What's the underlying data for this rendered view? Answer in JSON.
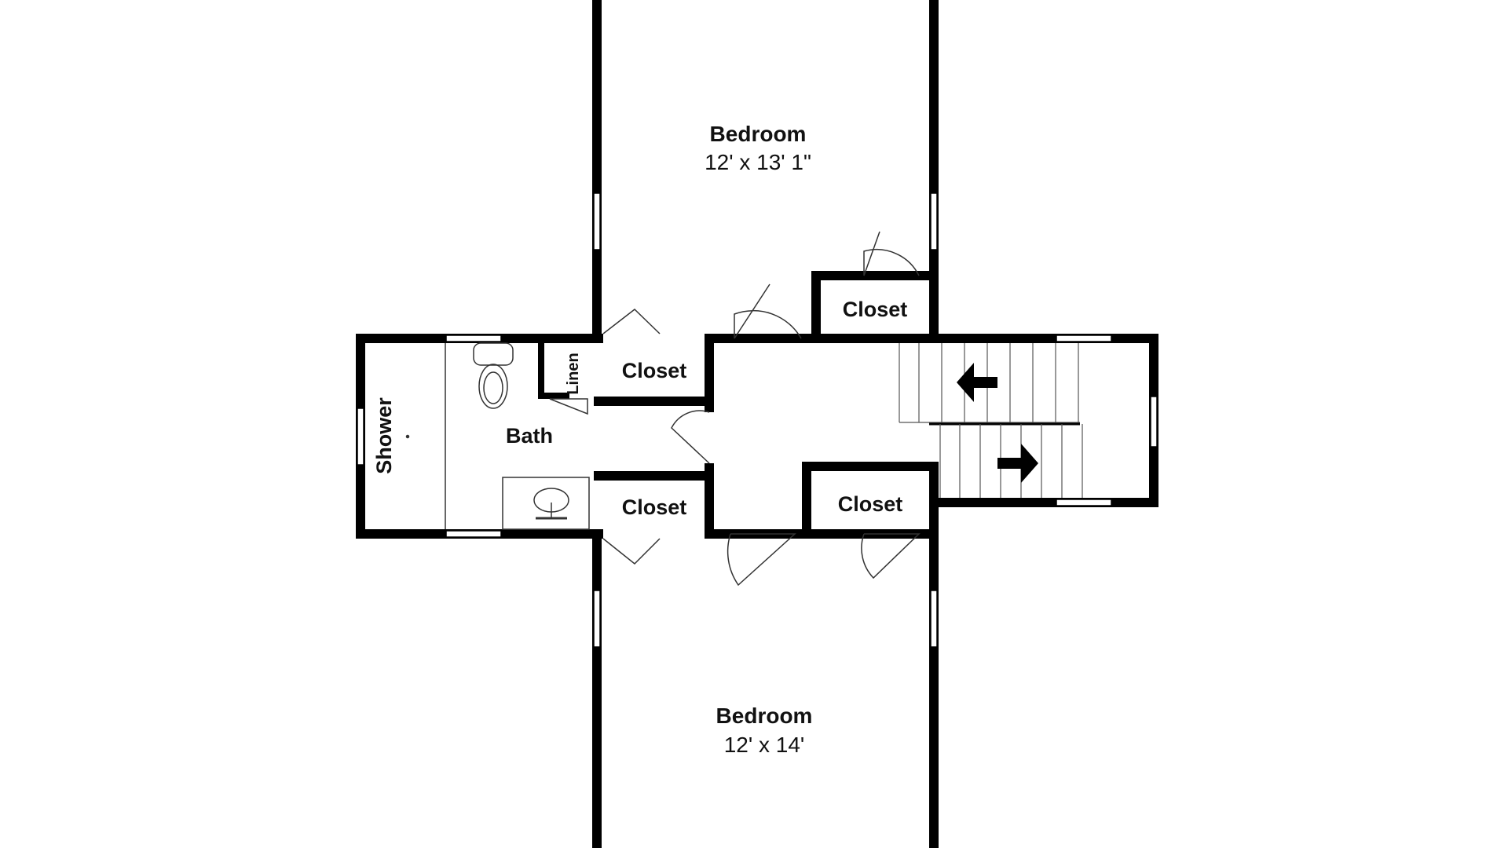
{
  "floor_plan": {
    "rooms": [
      {
        "name": "Bedroom",
        "dimensions": "12' x 13' 1\""
      },
      {
        "name": "Bedroom",
        "dimensions": "12' x 14'"
      },
      {
        "name": "Bath"
      },
      {
        "name": "Shower"
      },
      {
        "name": "Linen"
      },
      {
        "name": "Closet"
      },
      {
        "name": "Closet"
      },
      {
        "name": "Closet"
      },
      {
        "name": "Closet"
      }
    ],
    "stairs": {
      "arrows": [
        "left-arrow-icon",
        "right-arrow-icon"
      ]
    },
    "colors": {
      "wall": "#000000",
      "background": "#ffffff",
      "fixture_line": "#333333"
    }
  }
}
